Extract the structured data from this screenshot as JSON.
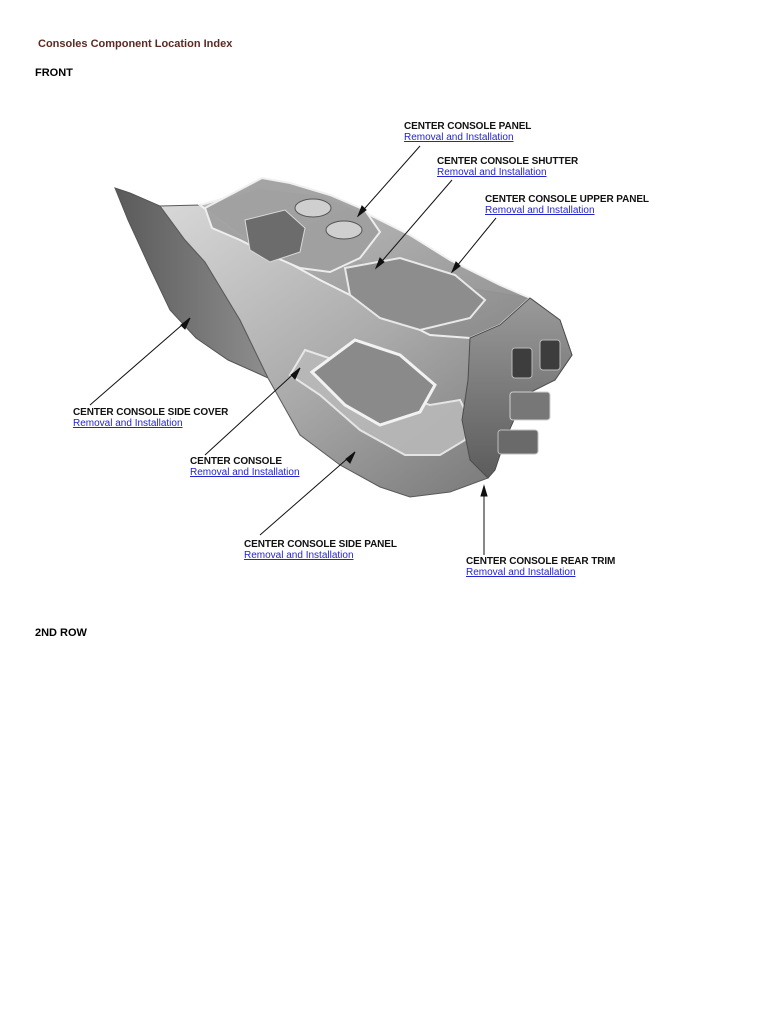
{
  "page": {
    "title": "Consoles Component Location Index"
  },
  "sections": {
    "front": "FRONT",
    "second_row": "2ND ROW"
  },
  "callouts": {
    "center_console_panel": {
      "name": "CENTER CONSOLE PANEL",
      "link": "Removal and Installation"
    },
    "center_console_shutter": {
      "name": "CENTER CONSOLE SHUTTER",
      "link": "Removal and Installation"
    },
    "center_console_upper_panel": {
      "name": "CENTER CONSOLE UPPER PANEL",
      "link": "Removal and Installation"
    },
    "center_console_side_cover": {
      "name": "CENTER CONSOLE SIDE COVER",
      "link": "Removal and Installation"
    },
    "center_console": {
      "name": "CENTER CONSOLE",
      "link": "Removal and Installation"
    },
    "center_console_side_panel": {
      "name": "CENTER CONSOLE SIDE PANEL",
      "link": "Removal and Installation"
    },
    "center_console_rear_trim": {
      "name": "CENTER CONSOLE REAR TRIM",
      "link": "Removal and Installation"
    }
  },
  "colors": {
    "title": "#5c2a22",
    "link": "#2323d6",
    "text": "#111111"
  }
}
